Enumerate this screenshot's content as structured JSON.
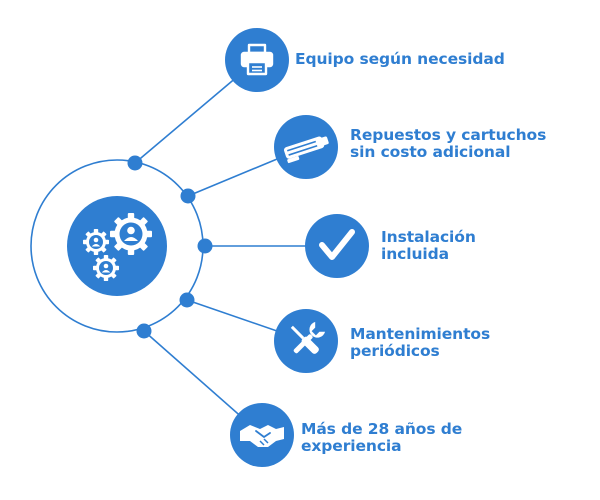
{
  "colors": {
    "primary": "#2f7ed1",
    "icon_fill": "#ffffff",
    "background": "#ffffff"
  },
  "center": {
    "icon": "gears-with-people-icon"
  },
  "items": [
    {
      "icon": "printer-icon",
      "label": "Equipo según necesidad"
    },
    {
      "icon": "toner-cartridge-icon",
      "label": "Repuestos y cartuchos\nsin costo adicional"
    },
    {
      "icon": "checkmark-icon",
      "label": "Instalación\nincluida"
    },
    {
      "icon": "wrench-screwdriver-icon",
      "label": "Mantenimientos\nperiódicos"
    },
    {
      "icon": "handshake-icon",
      "label": "Más de 28 años de\nexperiencia"
    }
  ]
}
